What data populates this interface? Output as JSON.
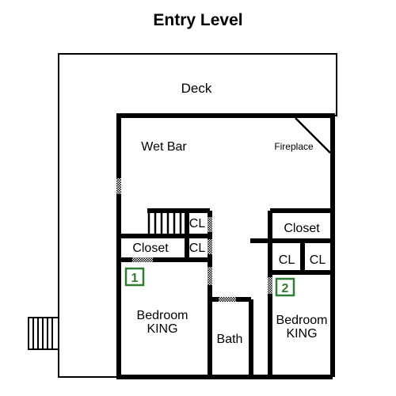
{
  "title": "Entry Level",
  "rooms": {
    "deck": "Deck",
    "wet_bar": "Wet Bar",
    "fireplace": "Fireplace",
    "closet_left": "Closet",
    "closet_right": "Closet",
    "cl_top": "CL",
    "cl_mid": "CL",
    "cl_right_a": "CL",
    "cl_right_b": "CL",
    "bedroom1_line1": "Bedroom",
    "bedroom1_line2": "KING",
    "bedroom2_line1": "Bedroom",
    "bedroom2_line2": "KING",
    "bath": "Bath"
  },
  "markers": [
    "1",
    "2"
  ],
  "colors": {
    "wall": "#000000",
    "marker": "#2e7d32",
    "background": "#ffffff"
  }
}
